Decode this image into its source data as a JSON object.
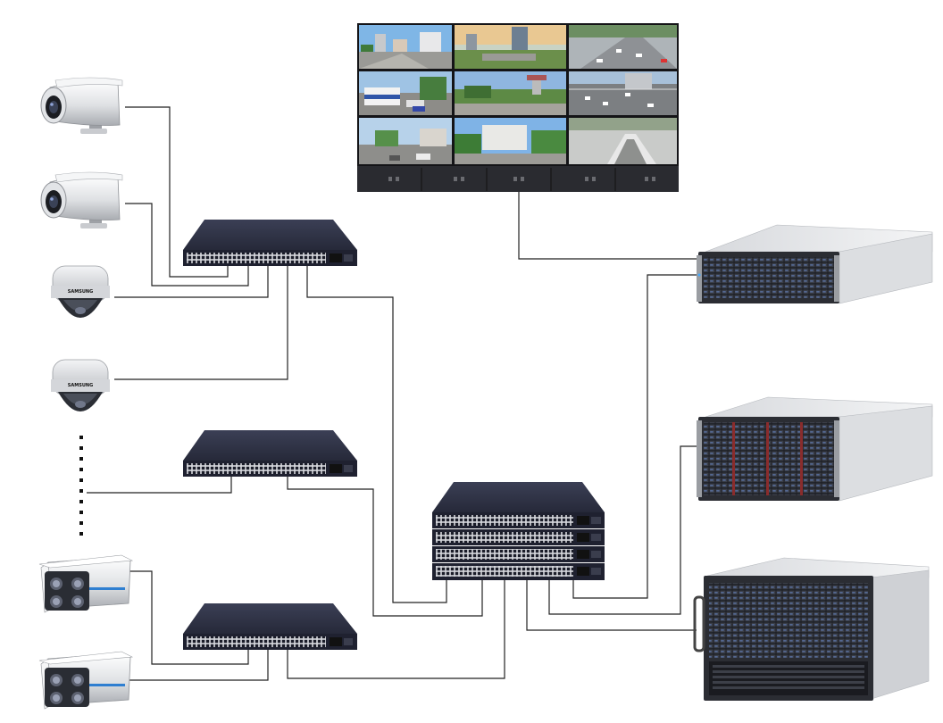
{
  "diagram": {
    "cameras": [
      {
        "id": "cam-1",
        "kind": "bullet"
      },
      {
        "id": "cam-2",
        "kind": "bullet"
      },
      {
        "id": "cam-3",
        "kind": "dome",
        "brand": "SAMSUNG"
      },
      {
        "id": "cam-4",
        "kind": "dome",
        "brand": "SAMSUNG"
      },
      {
        "id": "cam-5",
        "kind": "box-ir"
      },
      {
        "id": "cam-6",
        "kind": "box-ir"
      }
    ],
    "access_switches": [
      "switch-top",
      "switch-middle",
      "switch-bottom"
    ],
    "core_switch": {
      "units": 4
    },
    "video_wall": {
      "rows": 3,
      "cols": 3
    },
    "storage": [
      {
        "id": "server-2u"
      },
      {
        "id": "server-4u"
      },
      {
        "id": "server-6u"
      }
    ],
    "links": [
      [
        "cam-1",
        "switch-top"
      ],
      [
        "cam-2",
        "switch-top"
      ],
      [
        "cam-3",
        "switch-top"
      ],
      [
        "cam-4",
        "switch-top"
      ],
      [
        "ellipsis",
        "switch-middle"
      ],
      [
        "cam-5",
        "switch-bottom"
      ],
      [
        "cam-6",
        "switch-bottom"
      ],
      [
        "switch-top",
        "core-switch"
      ],
      [
        "switch-middle",
        "core-switch"
      ],
      [
        "switch-bottom",
        "core-switch"
      ],
      [
        "core-switch",
        "server-2u"
      ],
      [
        "core-switch",
        "server-4u"
      ],
      [
        "core-switch",
        "server-6u"
      ],
      [
        "video-wall",
        "server-2u"
      ]
    ],
    "colors": {
      "line": "#222222",
      "switch": "#2d3146",
      "server": "#e9eaec",
      "wall": "#1c1c1f"
    }
  }
}
